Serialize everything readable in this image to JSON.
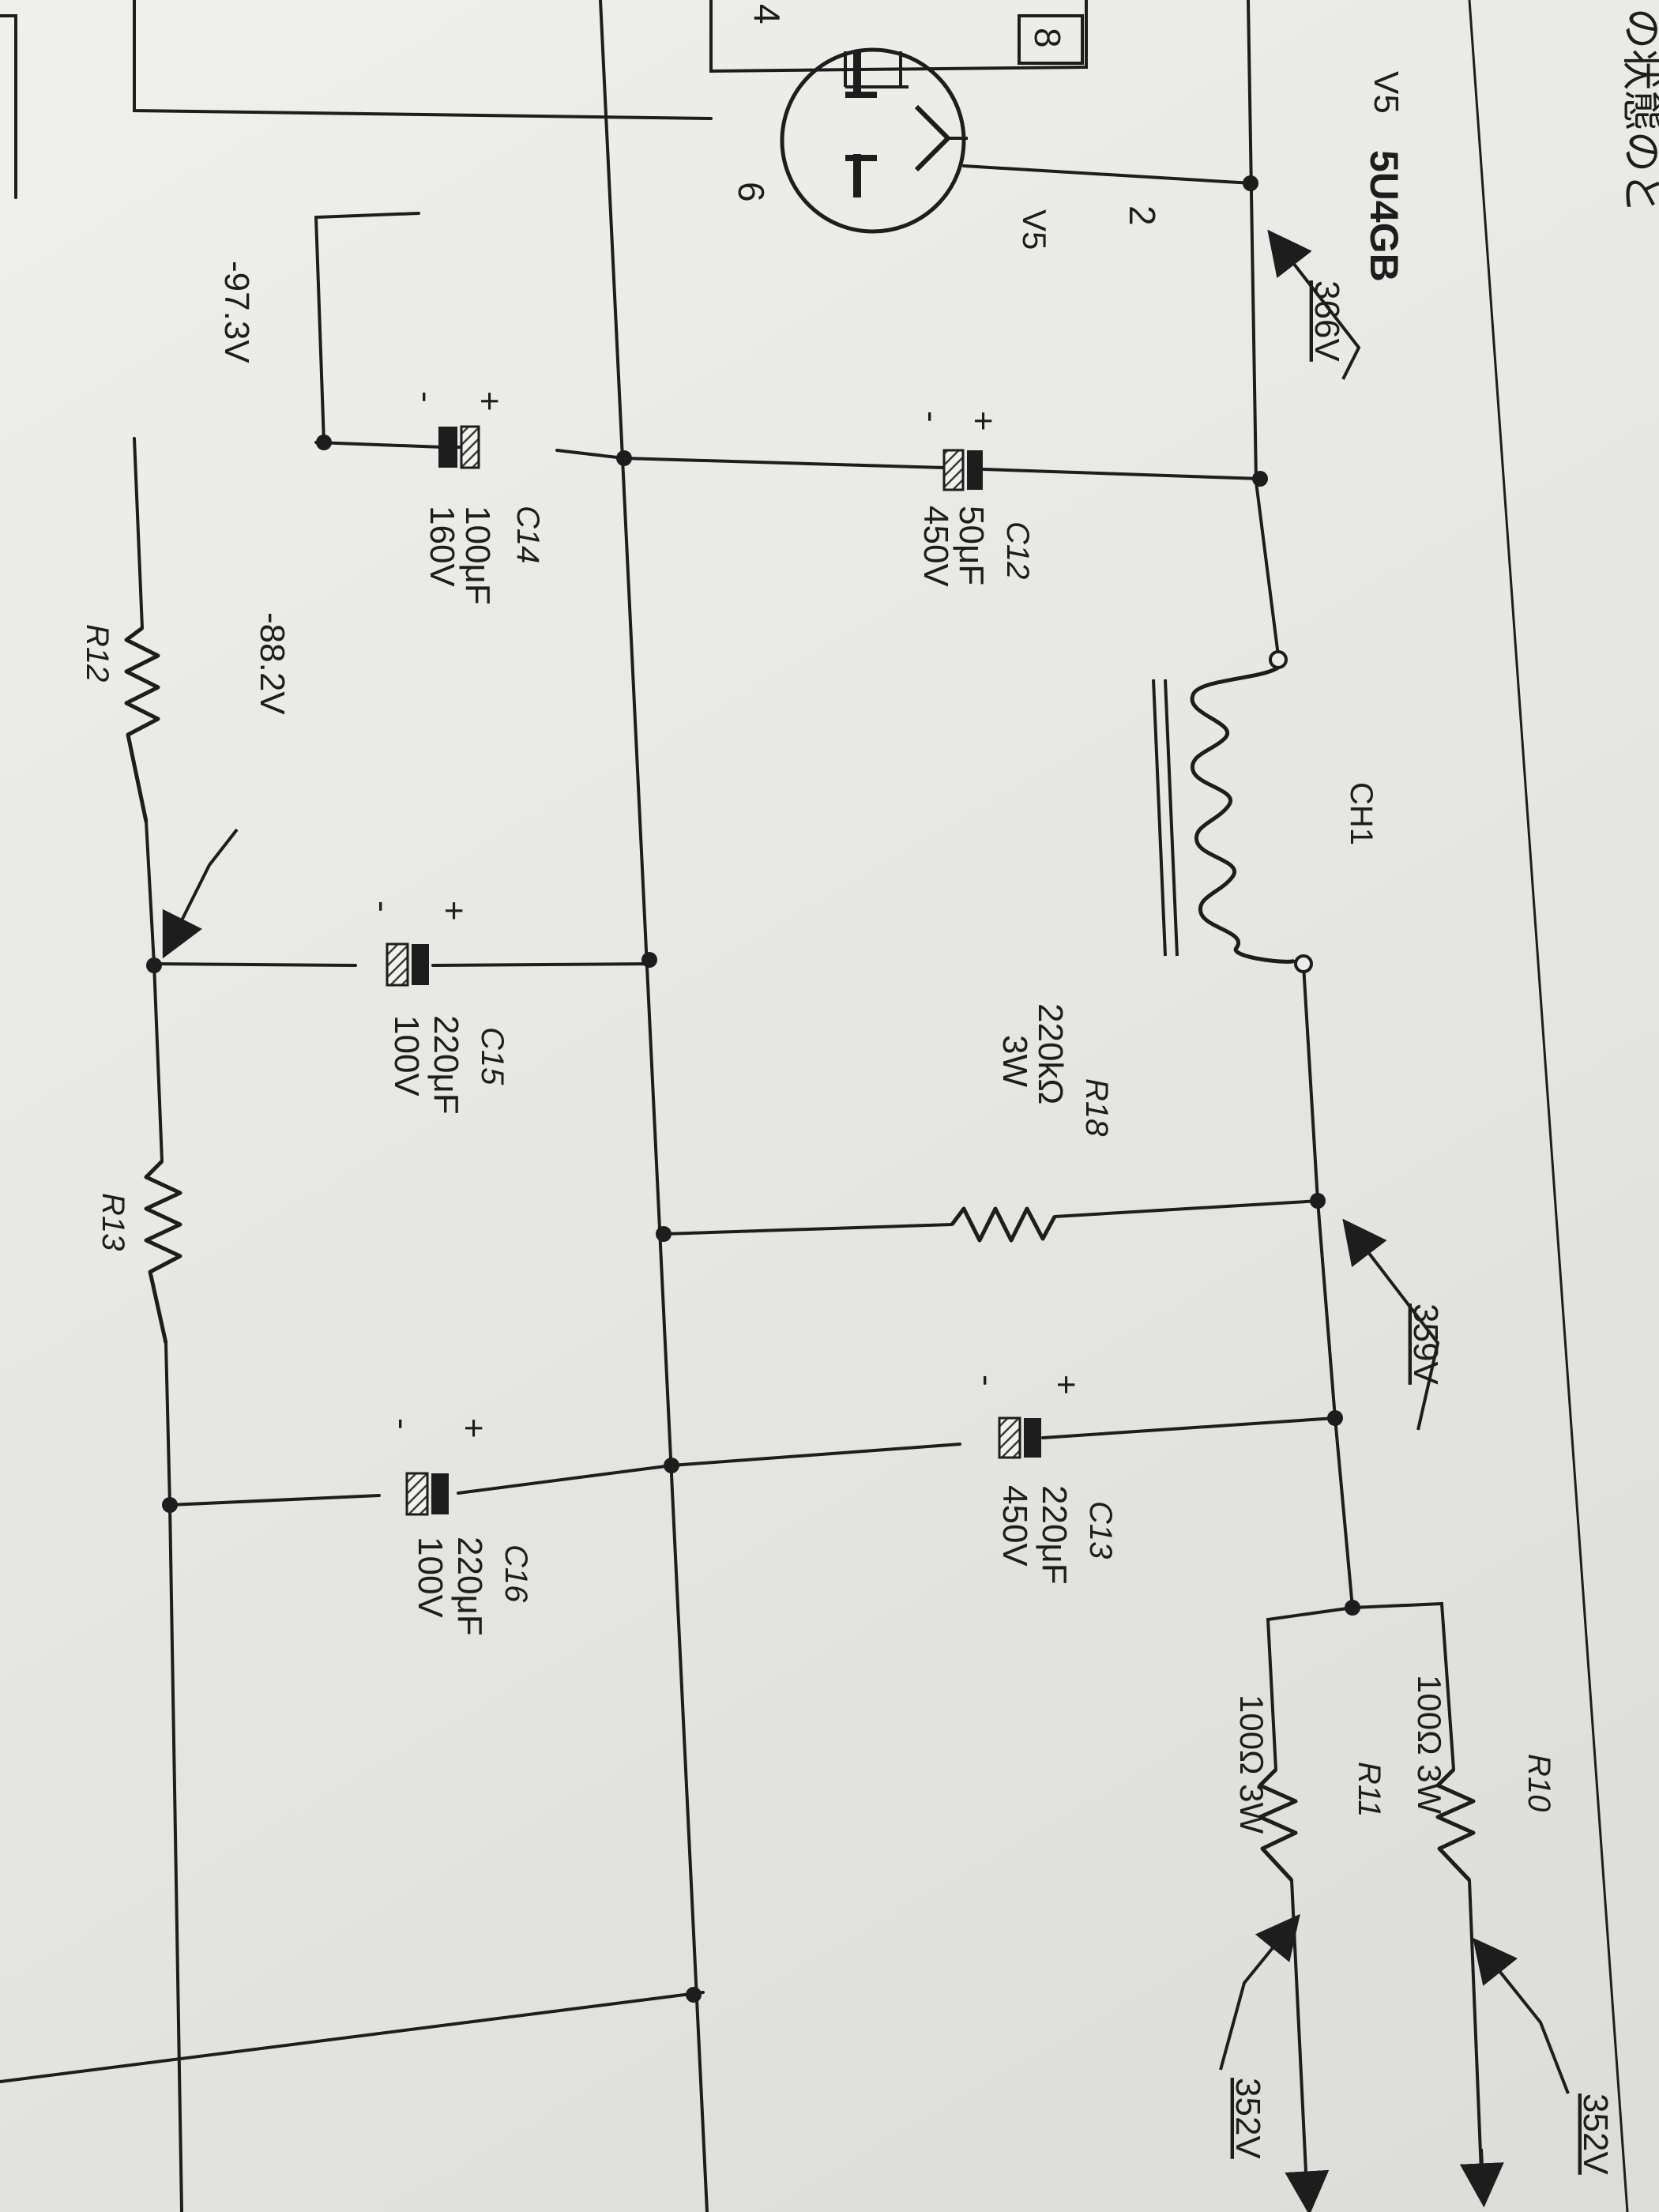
{
  "header_fragment": "の状態のと",
  "tube": {
    "ref": "V5",
    "type": "5U4GB",
    "ref_near_symbol": "V5",
    "pin_top": "8",
    "pin_left": "6",
    "pin_bottom": "2",
    "pin_cut_off": "4"
  },
  "choke": {
    "ref": "CH1"
  },
  "capacitors": [
    {
      "ref": "C12",
      "value": "50μF",
      "voltage": "450V",
      "plus": "+",
      "minus": "-"
    },
    {
      "ref": "C13",
      "value": "220μF",
      "voltage": "450V",
      "plus": "+",
      "minus": "-"
    },
    {
      "ref": "C14",
      "value": "100μF",
      "voltage": "160V",
      "plus": "+",
      "minus": "-"
    },
    {
      "ref": "C15",
      "value": "220μF",
      "voltage": "100V",
      "plus": "+",
      "minus": "-"
    },
    {
      "ref": "C16",
      "value": "220μF",
      "voltage": "100V",
      "plus": "+",
      "minus": "-"
    }
  ],
  "resistors": [
    {
      "ref": "R18",
      "value": "220kΩ",
      "rating": "3W"
    },
    {
      "ref": "R10",
      "value": "100Ω 3W"
    },
    {
      "ref": "R11",
      "value": "100Ω 3W"
    },
    {
      "ref": "R12",
      "value": ""
    },
    {
      "ref": "R13",
      "value": ""
    }
  ],
  "voltages": {
    "rectifier_out": "366V",
    "after_choke": "359V",
    "out_r10": "352V",
    "out_r11": "352V",
    "neg_supply": "-97.3V",
    "neg_filtered": "-88.2V"
  },
  "colors": {
    "paper": "#e9e9e6",
    "ink": "#1d1d1d",
    "cap_hatch": "#3a3a3a"
  },
  "icons": [
    "rectifier-tube-icon",
    "choke-coil-icon",
    "electrolytic-capacitor-icon",
    "resistor-zigzag-icon",
    "arrow-icon"
  ]
}
